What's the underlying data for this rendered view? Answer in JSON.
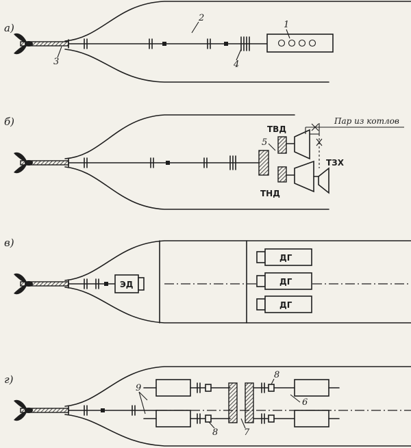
{
  "panels": [
    {
      "label": "а)"
    },
    {
      "label": "б)"
    },
    {
      "label": "в)"
    },
    {
      "label": "г)"
    }
  ],
  "callouts": {
    "a_1": "1",
    "a_2": "2",
    "a_3": "3",
    "a_4": "4",
    "b_5": "5",
    "g_6": "6",
    "g_7": "7",
    "g_8_top": "8",
    "g_8_bottom": "8",
    "g_9": "9"
  },
  "units": {
    "tvd": "ТВД",
    "tnd": "ТНД",
    "tzx": "ТЗХ",
    "steam": "Пар из котлов",
    "ed": "ЭД",
    "dg": "ДГ"
  }
}
